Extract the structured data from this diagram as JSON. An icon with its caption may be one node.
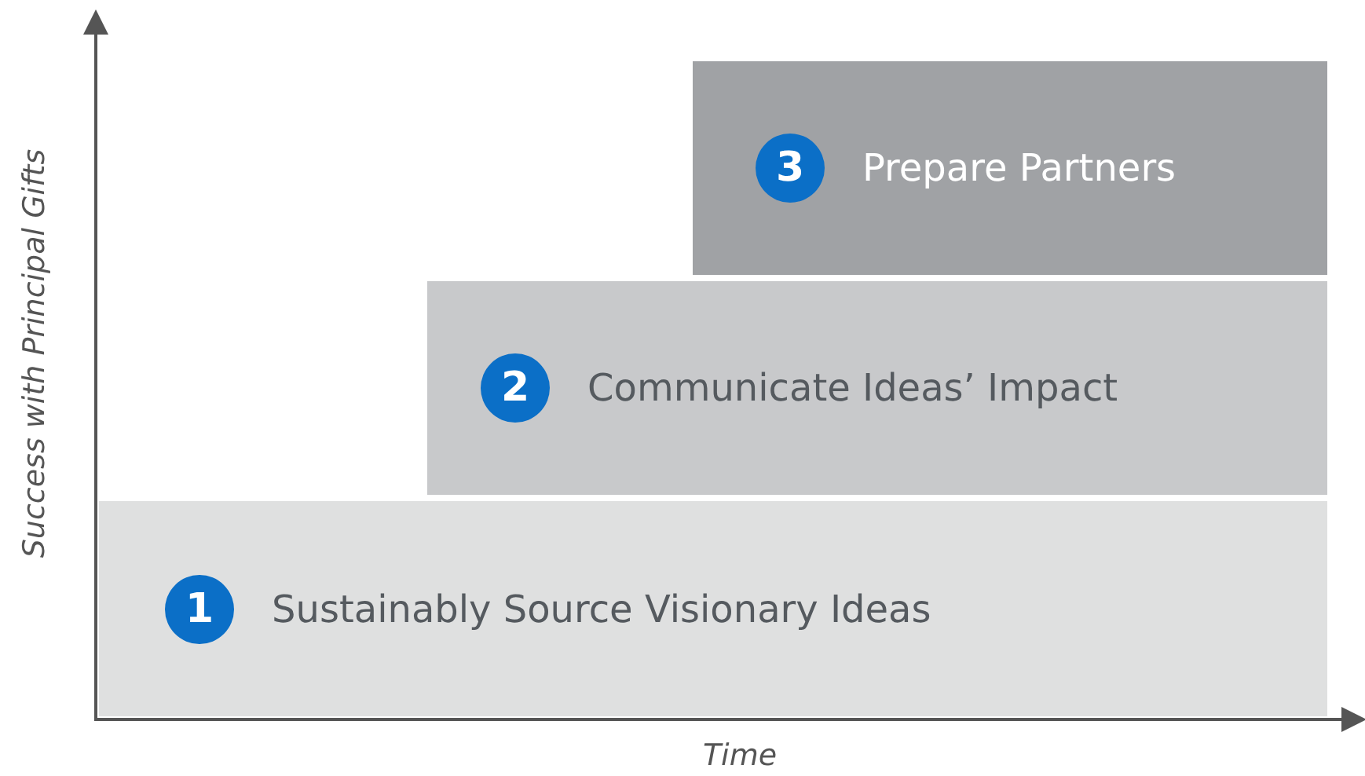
{
  "diagram": {
    "nodes": [
      {
        "text": [
          "3",
          "Prepare Partners"
        ]
      },
      {
        "text": [
          "2",
          "Communicate Ideas’ Impact"
        ]
      },
      {
        "text": [
          "1",
          "Sustainably Source Visionary Ideas"
        ]
      }
    ],
    "labels": [
      "Success with Principal Gifts",
      "Time"
    ]
  }
}
